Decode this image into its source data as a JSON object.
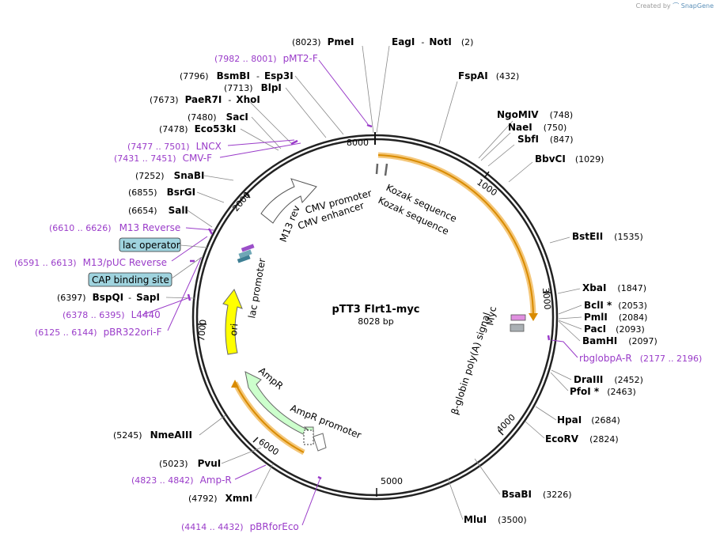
{
  "watermark": {
    "prefix": "Created by",
    "brand": "SnapGene"
  },
  "plasmid": {
    "name": "pTT3 Flrt1-myc",
    "size_label": "8028 bp",
    "length": 8028
  },
  "ticks": [
    "1000",
    "2000",
    "3000",
    "4000",
    "5000",
    "6000",
    "7000",
    "8000"
  ],
  "enzymes": [
    {
      "id": "pmei",
      "name": "PmeI",
      "pos": "(8023)"
    },
    {
      "id": "eagi",
      "name": "EagI",
      "sep": "-",
      "name2": "NotI",
      "pos": "(2)"
    },
    {
      "id": "fspai",
      "name": "FspAI",
      "pos": "(432)"
    },
    {
      "id": "ngomiv",
      "name": "NgoMIV",
      "pos": "(748)"
    },
    {
      "id": "naei",
      "name": "NaeI",
      "pos": "(750)"
    },
    {
      "id": "sbfi",
      "name": "SbfI",
      "pos": "(847)"
    },
    {
      "id": "bbvci",
      "name": "BbvCI",
      "pos": "(1029)"
    },
    {
      "id": "bsteii",
      "name": "BstEII",
      "pos": "(1535)"
    },
    {
      "id": "xbai",
      "name": "XbaI",
      "pos": "(1847)"
    },
    {
      "id": "bcli",
      "name": "BclI *",
      "pos": "(2053)"
    },
    {
      "id": "pmli",
      "name": "PmlI",
      "pos": "(2084)"
    },
    {
      "id": "paci",
      "name": "PacI",
      "pos": "(2093)"
    },
    {
      "id": "bamhi",
      "name": "BamHI",
      "pos": "(2097)"
    },
    {
      "id": "draiii",
      "name": "DraIII",
      "pos": "(2452)"
    },
    {
      "id": "pfoi",
      "name": "PfoI *",
      "pos": "(2463)"
    },
    {
      "id": "hpai",
      "name": "HpaI",
      "pos": "(2684)"
    },
    {
      "id": "ecorv",
      "name": "EcoRV",
      "pos": "(2824)"
    },
    {
      "id": "bsabi",
      "name": "BsaBI",
      "pos": "(3226)"
    },
    {
      "id": "mlui",
      "name": "MluI",
      "pos": "(3500)"
    },
    {
      "id": "xmni",
      "name": "XmnI",
      "pos": "(4792)"
    },
    {
      "id": "pvui",
      "name": "PvuI",
      "pos": "(5023)"
    },
    {
      "id": "nmeaiii",
      "name": "NmeAIII",
      "pos": "(5245)"
    },
    {
      "id": "bspqi",
      "name": "BspQI",
      "sep": "-",
      "name2": "SapI",
      "pos": "(6397)"
    },
    {
      "id": "sali",
      "name": "SalI",
      "pos": "(6654)"
    },
    {
      "id": "bsrgi",
      "name": "BsrGI",
      "pos": "(6855)"
    },
    {
      "id": "snabi",
      "name": "SnaBI",
      "pos": "(7252)"
    },
    {
      "id": "eco53ki",
      "name": "Eco53kI",
      "pos": "(7478)"
    },
    {
      "id": "saci",
      "name": "SacI",
      "pos": "(7480)"
    },
    {
      "id": "paer7i",
      "name": "PaeR7I",
      "sep": "-",
      "name2": "XhoI",
      "pos": "(7673)"
    },
    {
      "id": "blpi",
      "name": "BlpI",
      "pos": "(7713)"
    },
    {
      "id": "bsmbi",
      "name": "BsmBI",
      "sep": "-",
      "name2": "Esp3I",
      "pos": "(7796)"
    }
  ],
  "primers": [
    {
      "id": "pmt2f",
      "range": "(7982 .. 8001)",
      "name": "pMT2-F"
    },
    {
      "id": "lncx",
      "range": "(7477 .. 7501)",
      "name": "LNCX"
    },
    {
      "id": "cmvf",
      "range": "(7431 .. 7451)",
      "name": "CMV-F"
    },
    {
      "id": "m13rev",
      "range": "(6610 .. 6626)",
      "name": "M13 Reverse"
    },
    {
      "id": "m13puc",
      "range": "(6591 .. 6613)",
      "name": "M13/pUC Reverse"
    },
    {
      "id": "l4440",
      "range": "(6378 .. 6395)",
      "name": "L4440"
    },
    {
      "id": "pbr322",
      "range": "(6125 .. 6144)",
      "name": "pBR322ori-F"
    },
    {
      "id": "rbglobpa",
      "name": "rbglobpA-R",
      "range": "(2177 .. 2196)"
    },
    {
      "id": "amprp",
      "range": "(4823 .. 4842)",
      "name": "Amp-R"
    },
    {
      "id": "pbrforeco",
      "range": "(4414 .. 4432)",
      "name": "pBRforEco"
    }
  ],
  "boxed": [
    {
      "id": "lacop",
      "label": "lac operator"
    },
    {
      "id": "cap",
      "label": "CAP binding site"
    }
  ],
  "features": {
    "kozak1": "Kozak sequence",
    "kozak2": "Kozak sequence",
    "cmv_promoter": "CMV promoter",
    "cmv_enhancer": "CMV enhancer",
    "m13_rev": "M13 rev",
    "lac_promoter": "lac promoter",
    "ori": "ori",
    "ampr": "AmpR",
    "ampr_promoter": "AmpR promoter",
    "myc": "Myc",
    "globin": "β-globin poly(A) signal"
  },
  "colors": {
    "backbone": "#222222",
    "orf": "#f4a91c",
    "primer": "#9a3cc9",
    "ori": "#ffff00",
    "ampr": "#ccffcc",
    "box": "#9fd3de"
  }
}
